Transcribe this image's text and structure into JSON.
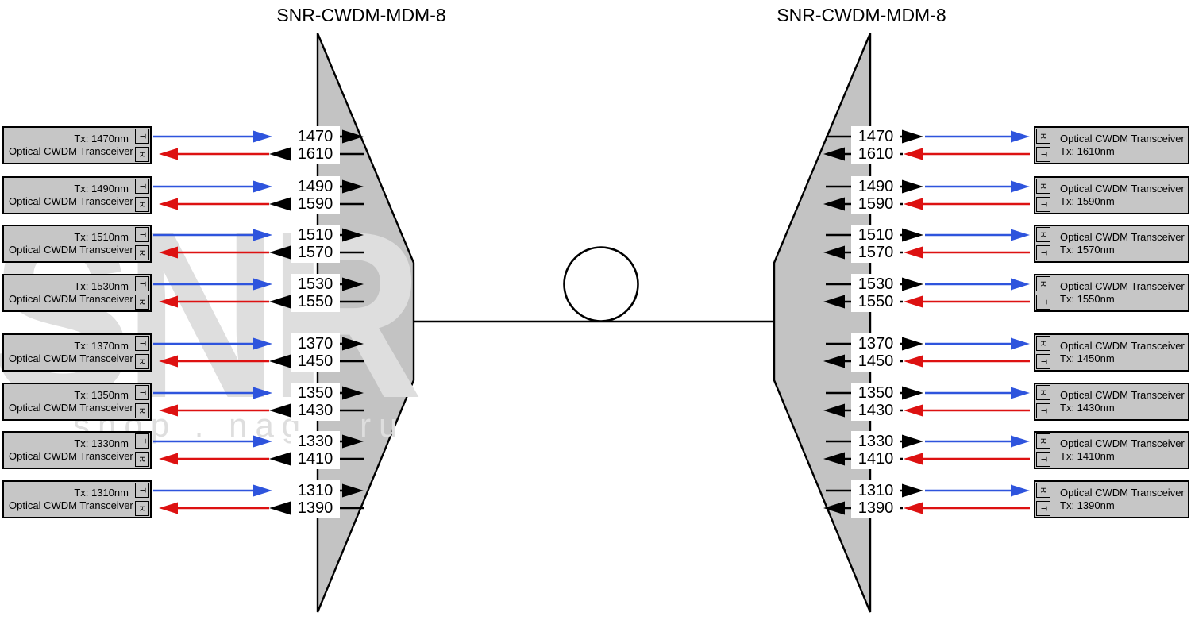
{
  "diagram": {
    "left_mux_title": "SNR-CWDM-MDM-8",
    "right_mux_title": "SNR-CWDM-MDM-8"
  },
  "watermark": {
    "text": "SNR",
    "subtext": "shop . nag . ru"
  },
  "colors": {
    "tx_cable": "#2e54dd",
    "rx_cable": "#dd1111",
    "flow_arrow": "#000000",
    "mux_fill": "#c3c3c3",
    "device_fill": "#c6c6c6"
  },
  "left_devices": [
    {
      "line1": "Tx: 1470nm",
      "line2": "Optical CWDM Transceiver",
      "port_top": "T",
      "port_bottom": "R",
      "tx_wavelength": "1470",
      "rx_wavelength": "1610"
    },
    {
      "line1": "Tx: 1490nm",
      "line2": "Optical CWDM Transceiver",
      "port_top": "T",
      "port_bottom": "R",
      "tx_wavelength": "1490",
      "rx_wavelength": "1590"
    },
    {
      "line1": "Tx: 1510nm",
      "line2": "Optical CWDM Transceiver",
      "port_top": "T",
      "port_bottom": "R",
      "tx_wavelength": "1510",
      "rx_wavelength": "1570"
    },
    {
      "line1": "Tx: 1530nm",
      "line2": "Optical CWDM Transceiver",
      "port_top": "T",
      "port_bottom": "R",
      "tx_wavelength": "1530",
      "rx_wavelength": "1550"
    },
    {
      "line1": "Tx: 1370nm",
      "line2": "Optical CWDM Transceiver",
      "port_top": "T",
      "port_bottom": "R",
      "tx_wavelength": "1370",
      "rx_wavelength": "1450"
    },
    {
      "line1": "Tx: 1350nm",
      "line2": "Optical CWDM Transceiver",
      "port_top": "T",
      "port_bottom": "R",
      "tx_wavelength": "1350",
      "rx_wavelength": "1430"
    },
    {
      "line1": "Tx: 1330nm",
      "line2": "Optical CWDM Transceiver",
      "port_top": "T",
      "port_bottom": "R",
      "tx_wavelength": "1330",
      "rx_wavelength": "1410"
    },
    {
      "line1": "Tx: 1310nm",
      "line2": "Optical CWDM Transceiver",
      "port_top": "T",
      "port_bottom": "R",
      "tx_wavelength": "1310",
      "rx_wavelength": "1390"
    }
  ],
  "right_devices": [
    {
      "line1": "Optical CWDM Transceiver",
      "line2": "Tx: 1610nm",
      "port_top": "R",
      "port_bottom": "T",
      "tx_wavelength": "1610",
      "rx_wavelength": "1470"
    },
    {
      "line1": "Optical CWDM Transceiver",
      "line2": "Tx: 1590nm",
      "port_top": "R",
      "port_bottom": "T",
      "tx_wavelength": "1590",
      "rx_wavelength": "1490"
    },
    {
      "line1": "Optical CWDM Transceiver",
      "line2": "Tx: 1570nm",
      "port_top": "R",
      "port_bottom": "T",
      "tx_wavelength": "1570",
      "rx_wavelength": "1510"
    },
    {
      "line1": "Optical CWDM Transceiver",
      "line2": "Tx: 1550nm",
      "port_top": "R",
      "port_bottom": "T",
      "tx_wavelength": "1550",
      "rx_wavelength": "1530"
    },
    {
      "line1": "Optical CWDM Transceiver",
      "line2": "Tx: 1450nm",
      "port_top": "R",
      "port_bottom": "T",
      "tx_wavelength": "1450",
      "rx_wavelength": "1370"
    },
    {
      "line1": "Optical CWDM Transceiver",
      "line2": "Tx: 1430nm",
      "port_top": "R",
      "port_bottom": "T",
      "tx_wavelength": "1430",
      "rx_wavelength": "1350"
    },
    {
      "line1": "Optical CWDM Transceiver",
      "line2": "Tx: 1410nm",
      "port_top": "R",
      "port_bottom": "T",
      "tx_wavelength": "1410",
      "rx_wavelength": "1330"
    },
    {
      "line1": "Optical CWDM Transceiver",
      "line2": "Tx: 1390nm",
      "port_top": "R",
      "port_bottom": "T",
      "tx_wavelength": "1390",
      "rx_wavelength": "1310"
    }
  ]
}
